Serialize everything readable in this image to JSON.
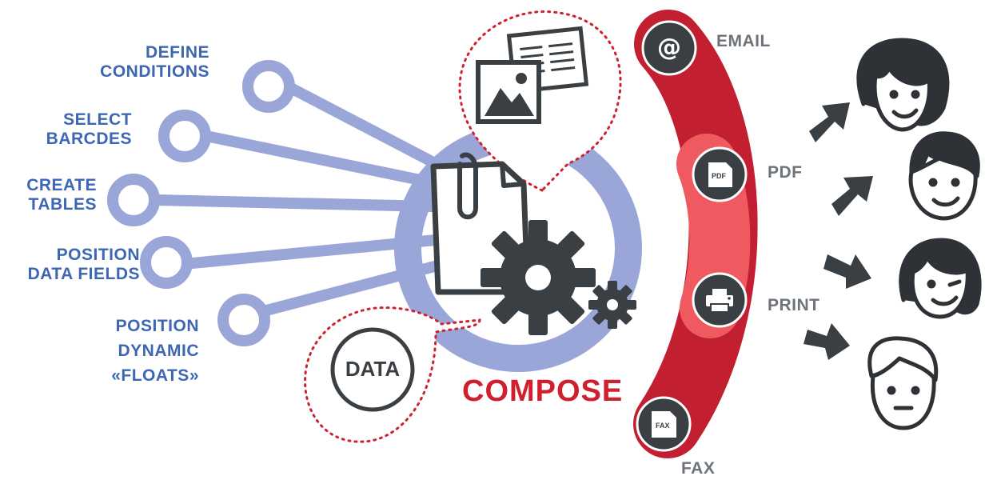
{
  "config_items": [
    {
      "line1": "DEFINE",
      "line2": "CONDITIONS"
    },
    {
      "line1": "SELECT",
      "line2": "BARCDES"
    },
    {
      "line1": "CREATE",
      "line2": "TABLES"
    },
    {
      "line1": "POSITION",
      "line2": "DATA FIELDS"
    },
    {
      "line1": "POSITION",
      "line2": "DYNAMIC",
      "line3": "«FLOATS»"
    }
  ],
  "center": {
    "label": "COMPOSE",
    "data_bubble": "DATA"
  },
  "channels": {
    "email": {
      "label": "EMAIL",
      "glyph": "@"
    },
    "pdf": {
      "label": "PDF",
      "badge": "PDF"
    },
    "print": {
      "label": "PRINT"
    },
    "fax": {
      "label": "FAX",
      "badge": "FAX"
    }
  },
  "recipients": [
    "woman-face-icon",
    "man-face-icon",
    "winking-woman-face-icon",
    "young-man-face-icon"
  ],
  "colors": {
    "blue": "#3e67b3",
    "ring": "#9aa6d8",
    "red": "#c21f30",
    "red_light": "#ef5a61",
    "dark": "#3a3f44",
    "grey": "#6e7379"
  }
}
